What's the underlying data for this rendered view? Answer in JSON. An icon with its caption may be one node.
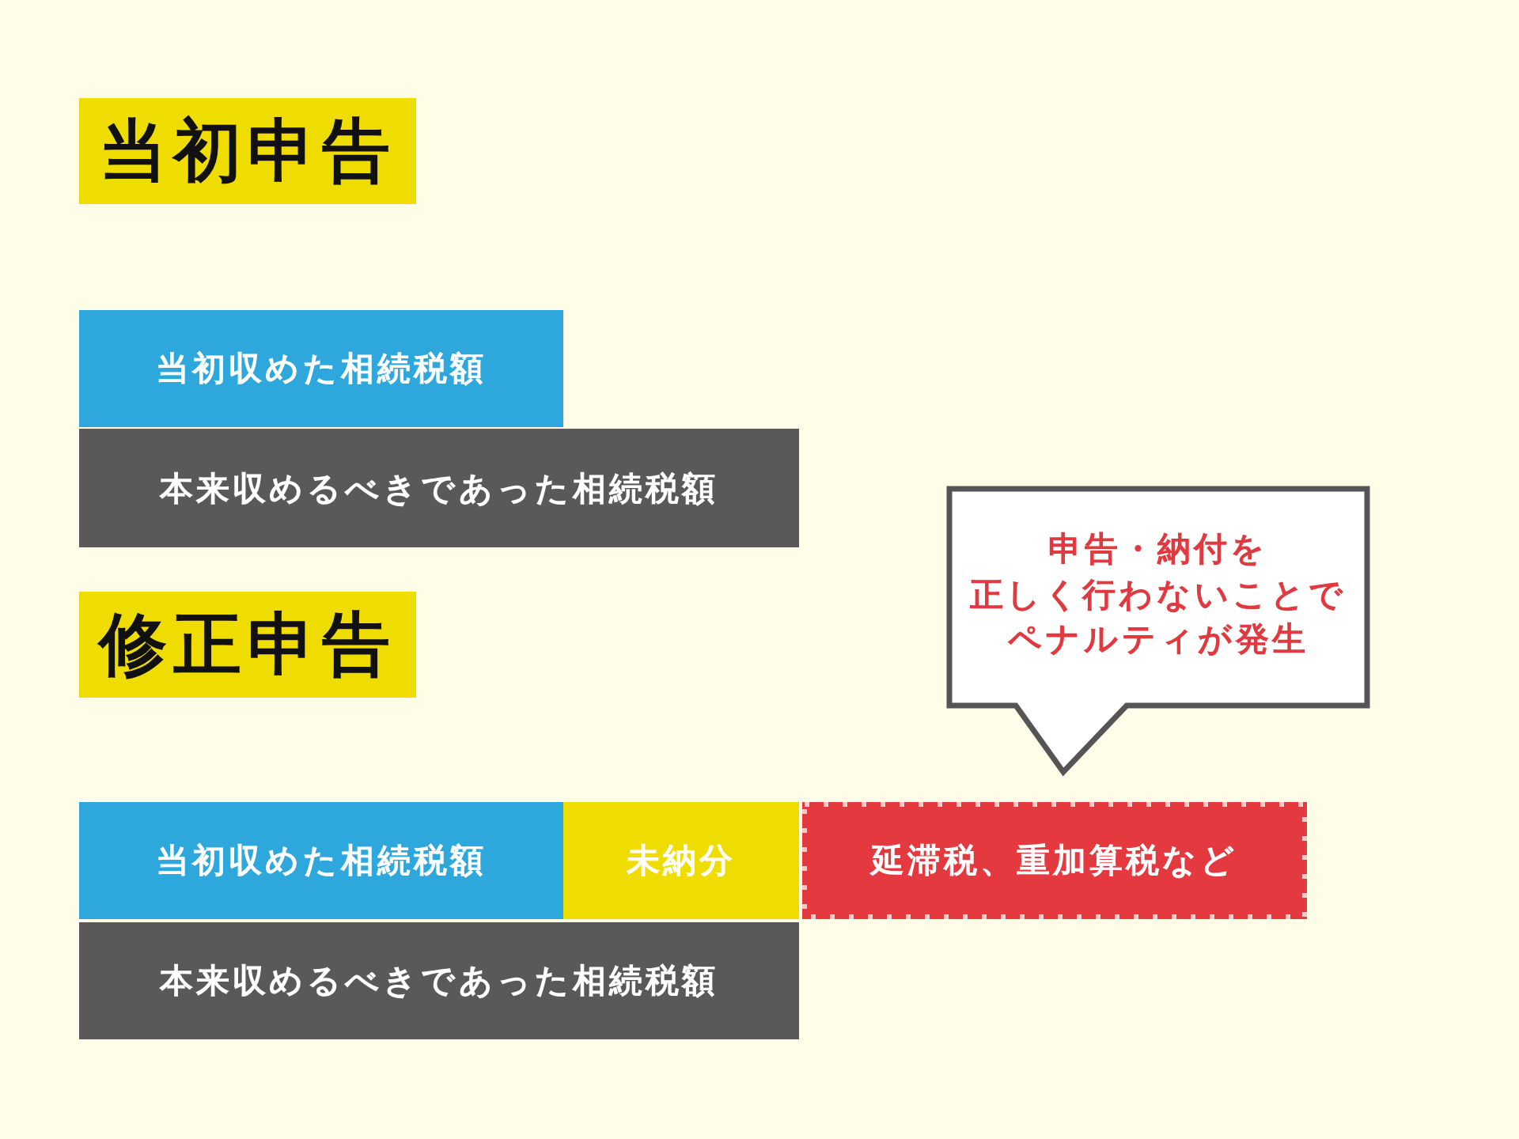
{
  "diagram": {
    "nodes": [
      {
        "text": [
          "当初申告"
        ]
      },
      {
        "text": [
          "当初収めた相続税額"
        ]
      },
      {
        "text": [
          "本来収めるべきであった相続税額"
        ]
      },
      {
        "text": [
          "修正申告"
        ]
      },
      {
        "text": [
          "申告・納付を正しく行わないことでペナルティが発生"
        ]
      },
      {
        "text": [
          "当初収めた相続税額"
        ]
      },
      {
        "text": [
          "未納分"
        ]
      },
      {
        "text": [
          "延滞税、重加算税など"
        ]
      },
      {
        "text": [
          "本来収めるべきであった相続税額"
        ]
      }
    ]
  }
}
